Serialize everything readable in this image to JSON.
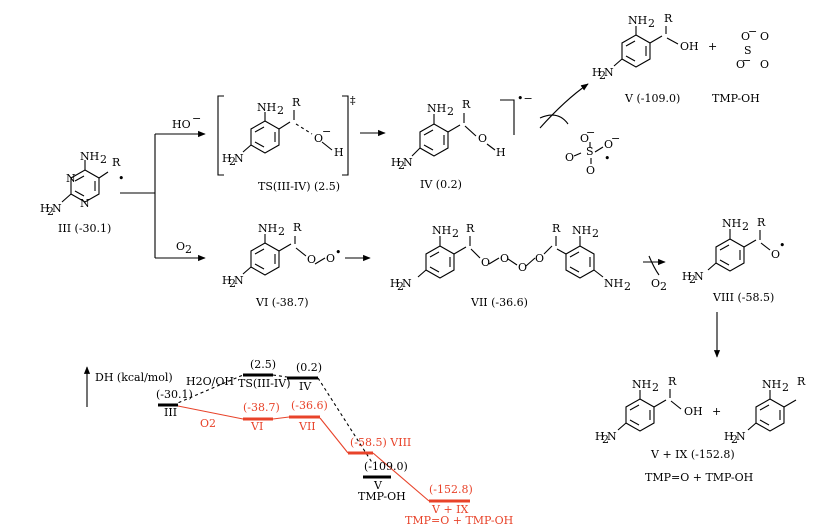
{
  "colors": {
    "oxygen_path": "#e8432a",
    "ink": "#000000"
  },
  "labels": {
    "III": "III (-30.1)",
    "TS": "TS(III-IV)  (2.5)",
    "IV": "IV (0.2)",
    "V": "V (-109.0)",
    "TMPOH_top": "TMP-OH",
    "VI": "VI (-38.7)",
    "VII": "VII (-36.6)",
    "VIII": "VIII  (-58.5)",
    "VIX": "V + IX (-152.8)",
    "TMP_final": "TMP=O + TMP-OH",
    "HO_reagent": "HO",
    "HO_charge": "−",
    "O2_reagent": "O",
    "O2_sub": "2",
    "O2_release": "O",
    "O2_release_sub": "2",
    "plus_top": "+",
    "plus_bottom": "+",
    "bracket_charge": "‡",
    "radical_anion": "•−"
  },
  "diagram": {
    "axis_label": "DH (kcal/mol)",
    "oxygen_label": "O2",
    "water_label": "H2O/OH",
    "levels": [
      {
        "id": "III",
        "energy": "(-30.1)",
        "name": "III"
      },
      {
        "id": "TS",
        "energy": "(2.5)",
        "name": "TS(III-IV)"
      },
      {
        "id": "IV",
        "energy": "(0.2)",
        "name": "IV"
      },
      {
        "id": "V",
        "energy": "(-109.0)",
        "name": "V",
        "extra": "TMP-OH"
      },
      {
        "id": "VI",
        "energy": "(-38.7)",
        "name": "VI"
      },
      {
        "id": "VII",
        "energy": "(-36.6)",
        "name": "VII"
      },
      {
        "id": "VIII",
        "energy": "(-58.5) VIII",
        "name": ""
      },
      {
        "id": "VIX",
        "energy": "(-152.8)",
        "name": "V + IX",
        "extra": "TMP=O + TMP-OH"
      }
    ]
  }
}
